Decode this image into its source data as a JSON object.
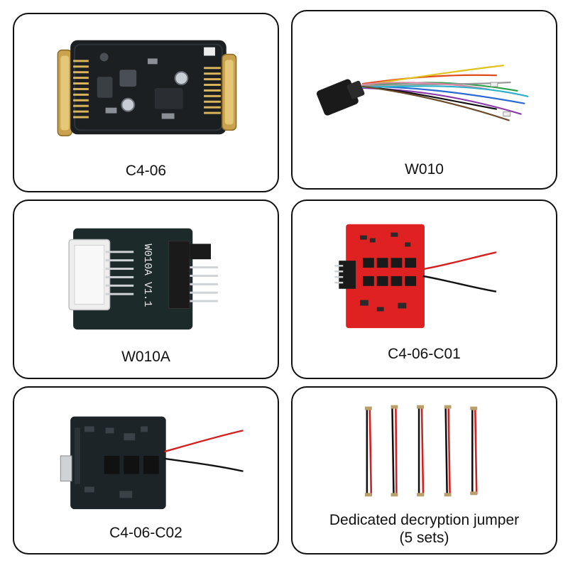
{
  "cards": [
    {
      "caption": "C4-06"
    },
    {
      "caption": "W010"
    },
    {
      "caption": "W010A"
    },
    {
      "caption": "C4-06-C01"
    },
    {
      "caption": "C4-06-C02"
    },
    {
      "caption": "Dedicated decryption jumper",
      "caption_line2": "(5 sets)"
    }
  ],
  "board_labels": {
    "w010a_silk": "W010A V1.1"
  },
  "colors": {
    "border": "#111111",
    "pcb_black": "#1c1f22",
    "pcb_red": "#e02121",
    "wire_red": "#d42020",
    "wire_black": "#111111",
    "gold": "#d9b45a"
  }
}
